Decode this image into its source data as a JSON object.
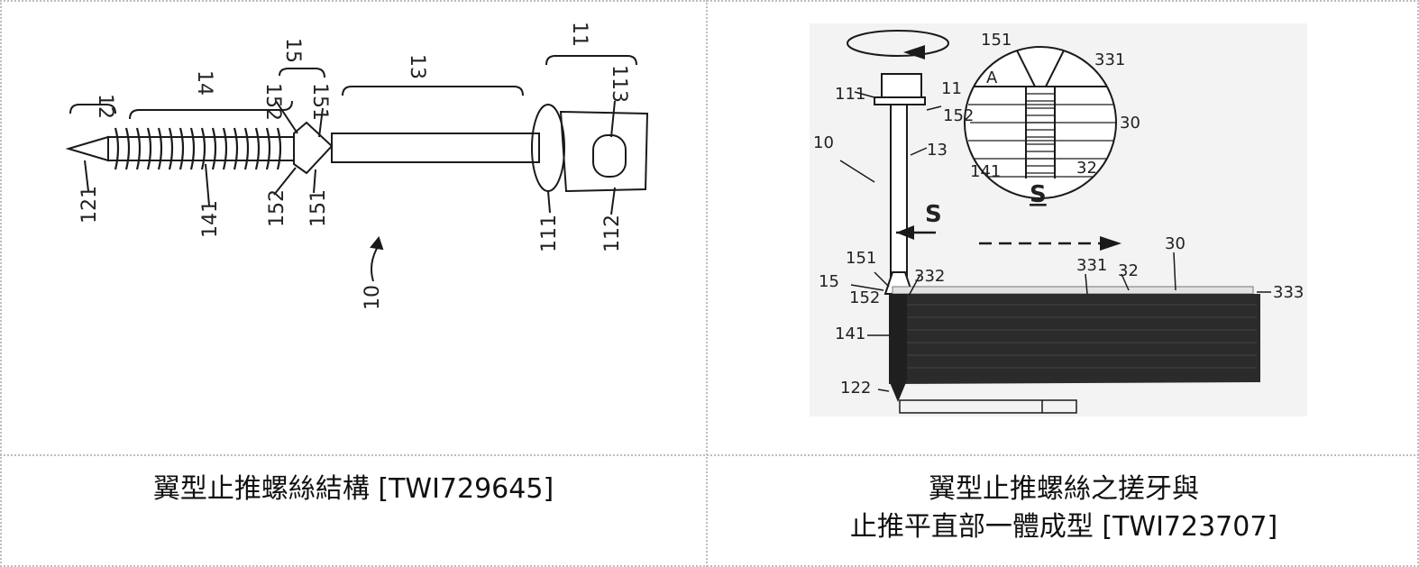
{
  "left": {
    "caption": "翼型止推螺絲結構 [TWI729645]",
    "labels": {
      "l12": "12",
      "l14": "14",
      "l15": "15",
      "l13": "13",
      "l11": "11",
      "l152a": "152",
      "l151a": "151",
      "l113": "113",
      "l121": "121",
      "l141": "141",
      "l152b": "152",
      "l151b": "151",
      "l111": "111",
      "l112": "112",
      "l10": "10"
    }
  },
  "right": {
    "caption_line1": "翼型止推螺絲之搓牙與",
    "caption_line2": "止推平直部一體成型 [TWI723707]",
    "labels": {
      "l111": "111",
      "l11": "11",
      "l10": "10",
      "l13": "13",
      "lS": "S",
      "l151": "151",
      "l15": "15",
      "l152": "152",
      "l332": "332",
      "l331": "331",
      "l32": "32",
      "l30": "30",
      "l333": "333",
      "l141": "141",
      "l122": "122",
      "d151": "151",
      "dA": "A",
      "d331": "331",
      "d152": "152",
      "d30": "30",
      "d141": "141",
      "d32": "32",
      "dS": "S"
    }
  }
}
